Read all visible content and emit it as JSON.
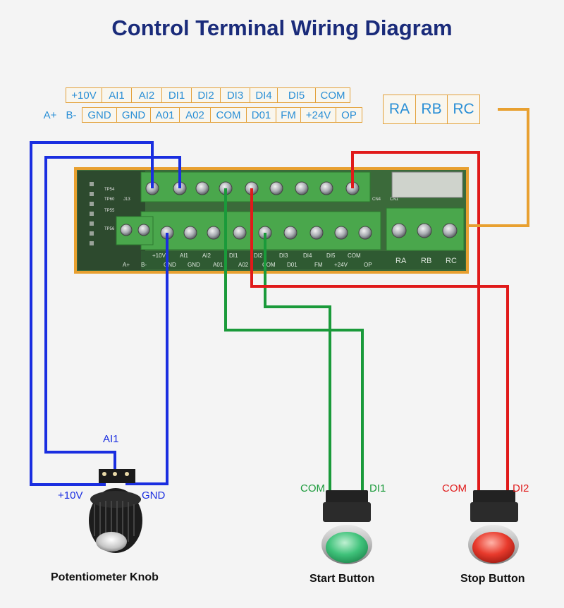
{
  "title": "Control Terminal Wiring Diagram",
  "top_row_labels": [
    "+10V",
    "AI1",
    "AI2",
    "DI1",
    "DI2",
    "DI3",
    "DI4",
    "DI5",
    "COM"
  ],
  "bottom_row_prefix": [
    "A+",
    "B-"
  ],
  "bottom_row_labels": [
    "GND",
    "GND",
    "A01",
    "A02",
    "COM",
    "D01",
    "FM",
    "+24V",
    "OP"
  ],
  "relay_labels": [
    "RA",
    "RB",
    "RC"
  ],
  "board_silk": {
    "top": [
      "+10V",
      "AI1",
      "AI2",
      "DI1",
      "DI2",
      "DI3",
      "DI4",
      "DI5",
      "COM"
    ],
    "bottom_prefix": [
      "A+",
      "B-"
    ],
    "bottom": [
      "GND",
      "GND",
      "A01",
      "A02",
      "COM",
      "D01",
      "FM",
      "+24V",
      "OP"
    ],
    "relay": [
      "RA",
      "RB",
      "RC"
    ],
    "chips": [
      "TP54",
      "TP60",
      "J13",
      "TP55",
      "TP56",
      "CN4",
      "CN1"
    ]
  },
  "potentiometer": {
    "caption": "Potentiometer Knob",
    "label_ai1": "AI1",
    "label_10v": "+10V",
    "label_gnd": "GND"
  },
  "start_button": {
    "caption": "Start Button",
    "label_com": "COM",
    "label_di": "DI1"
  },
  "stop_button": {
    "caption": "Stop Button",
    "label_com": "COM",
    "label_di": "DI2"
  },
  "colors": {
    "title": "#1a2b7a",
    "label_text": "#2a8fd6",
    "label_border": "#e3a13a",
    "board_frame": "#e8a030",
    "blue_wire": "#1a2ee0",
    "green_wire": "#1a9a3a",
    "red_wire": "#e01a1a",
    "orange_wire": "#e8a030"
  }
}
